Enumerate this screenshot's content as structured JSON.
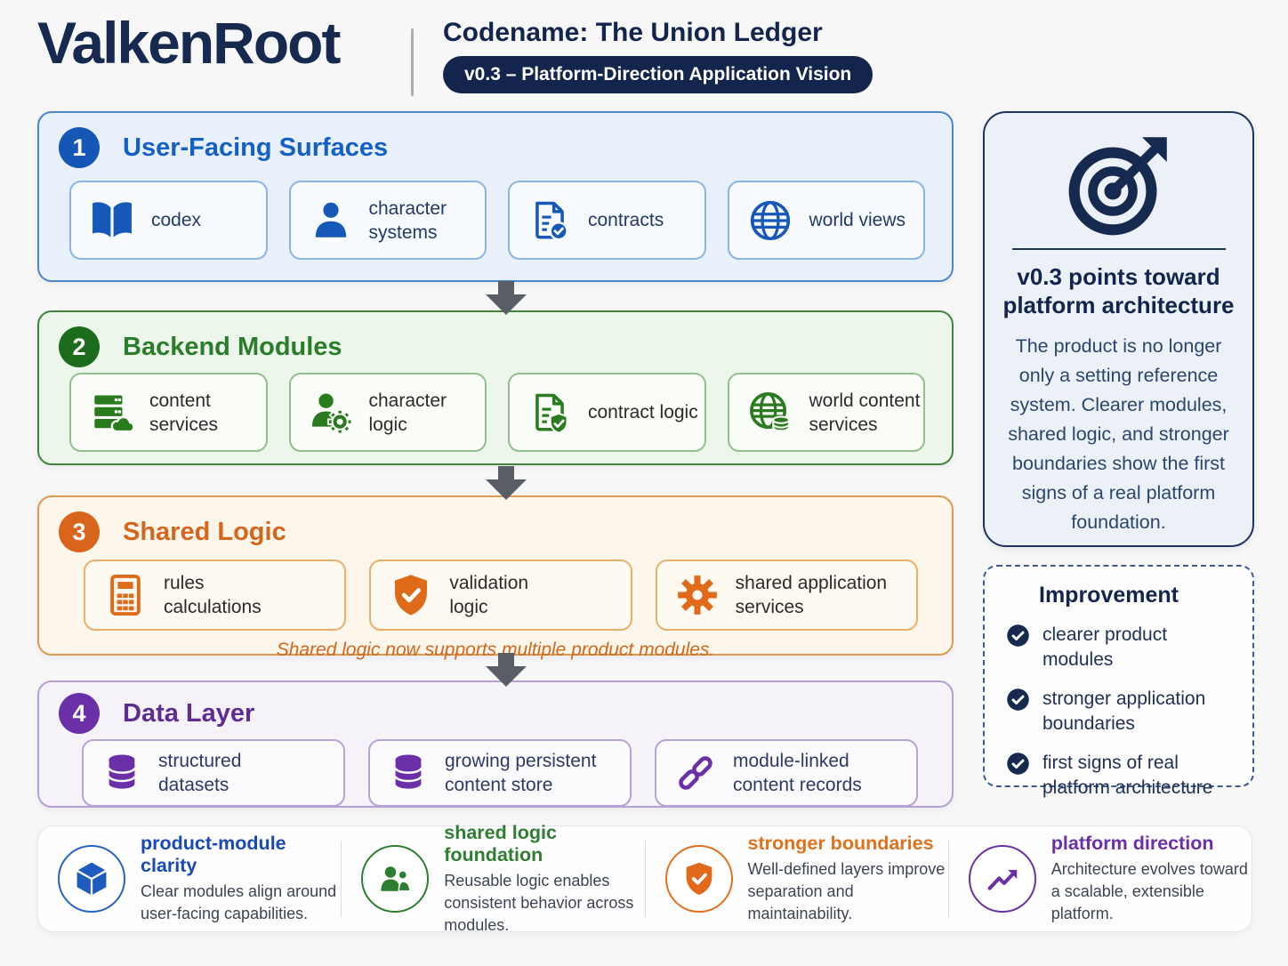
{
  "header": {
    "logo": "ValkenRoot",
    "codename": "Codename: The Union Ledger",
    "version_badge": "v0.3 – Platform-Direction Application Vision"
  },
  "sections": [
    {
      "number": "1",
      "title": "User-Facing Surfaces",
      "accent_color": "#1558b8",
      "cards": [
        {
          "icon": "book-icon",
          "label": "codex"
        },
        {
          "icon": "person-icon",
          "label": "character systems"
        },
        {
          "icon": "document-check-icon",
          "label": "contracts"
        },
        {
          "icon": "globe-icon",
          "label": "world views"
        }
      ]
    },
    {
      "number": "2",
      "title": "Backend Modules",
      "accent_color": "#2a7d2a",
      "cards": [
        {
          "icon": "server-cloud-icon",
          "label": "content services"
        },
        {
          "icon": "person-gear-icon",
          "label": "character logic"
        },
        {
          "icon": "document-shield-icon",
          "label": "contract logic"
        },
        {
          "icon": "globe-database-icon",
          "label": "world content services"
        }
      ]
    },
    {
      "number": "3",
      "title": "Shared Logic",
      "accent_color": "#df6a1a",
      "note": "Shared logic now supports multiple product modules.",
      "cards": [
        {
          "icon": "calculator-icon",
          "label": "rules calculations"
        },
        {
          "icon": "shield-check-icon",
          "label": "validation logic"
        },
        {
          "icon": "gear-icon",
          "label": "shared application services"
        }
      ]
    },
    {
      "number": "4",
      "title": "Data Layer",
      "accent_color": "#6b2fa8",
      "cards": [
        {
          "icon": "database-icon",
          "label": "structured datasets"
        },
        {
          "icon": "database-icon",
          "label": "growing persistent content store"
        },
        {
          "icon": "link-icon",
          "label": "module-linked content records"
        }
      ]
    }
  ],
  "sidebar": {
    "vision": {
      "icon": "target-icon",
      "title": "v0.3 points toward platform architecture",
      "body": "The product is no longer only a setting reference system. Clearer modules, shared logic, and stronger boundaries show the first signs of a real platform foundation."
    },
    "improvement": {
      "title": "Improvement",
      "items": [
        "clearer product modules",
        "stronger application boundaries",
        "first signs of real platform architecture"
      ]
    }
  },
  "footer": {
    "items": [
      {
        "icon": "cube-icon",
        "title": "product-module clarity",
        "desc": "Clear modules align around user-facing capabilities.",
        "color": "#1849b8"
      },
      {
        "icon": "people-icon",
        "title": "shared logic foundation",
        "desc": "Reusable logic enables consistent behavior across modules.",
        "color": "#2e7d32"
      },
      {
        "icon": "shield-icon",
        "title": "stronger boundaries",
        "desc": "Well-defined layers improve separation and maintainability.",
        "color": "#e2711d"
      },
      {
        "icon": "trend-up-icon",
        "title": "platform direction",
        "desc": "Architecture evolves toward a scalable, extensible platform.",
        "color": "#6b2fa8"
      }
    ]
  },
  "colors": {
    "navy": "#16294e",
    "blue": "#1558b8",
    "green": "#2a7d2a",
    "orange": "#df6a1a",
    "purple": "#6b2fa8",
    "background": "#f7f7f8"
  }
}
